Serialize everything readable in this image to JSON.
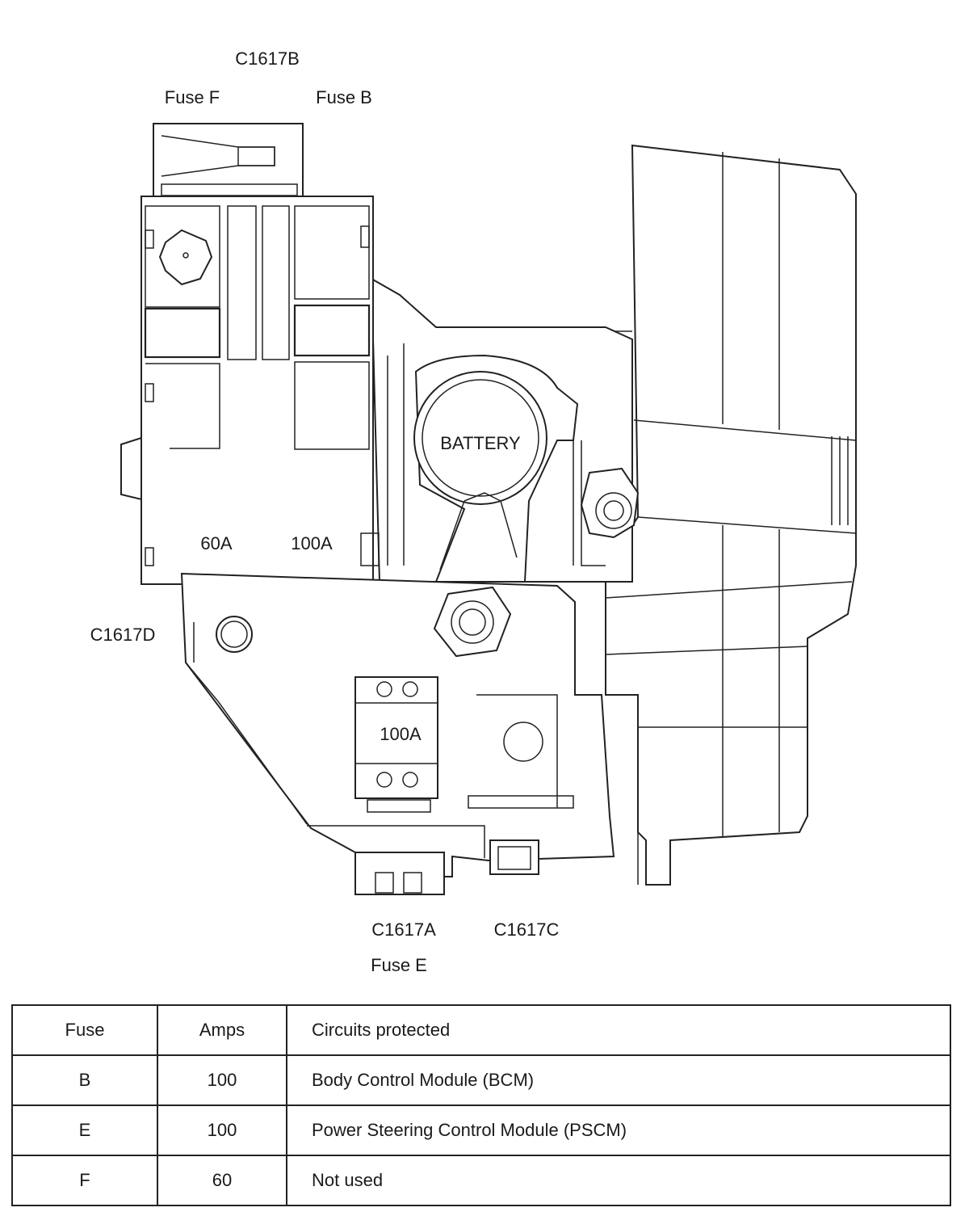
{
  "diagram": {
    "labels": {
      "c1617b": "C1617B",
      "fuse_f": "Fuse F",
      "fuse_b": "Fuse B",
      "battery": "BATTERY",
      "amp_60": "60A",
      "amp_100_top": "100A",
      "c1617d": "C1617D",
      "amp_100_bottom": "100A",
      "c1617a": "C1617A",
      "c1617c": "C1617C",
      "fuse_e": "Fuse E"
    }
  },
  "table": {
    "headers": [
      "Fuse",
      "Amps",
      "Circuits protected"
    ],
    "rows": [
      {
        "fuse": "B",
        "amps": "100",
        "circuits": "Body Control Module (BCM)"
      },
      {
        "fuse": "E",
        "amps": "100",
        "circuits": "Power Steering Control Module (PSCM)"
      },
      {
        "fuse": "F",
        "amps": "60",
        "circuits": "Not used"
      }
    ]
  }
}
